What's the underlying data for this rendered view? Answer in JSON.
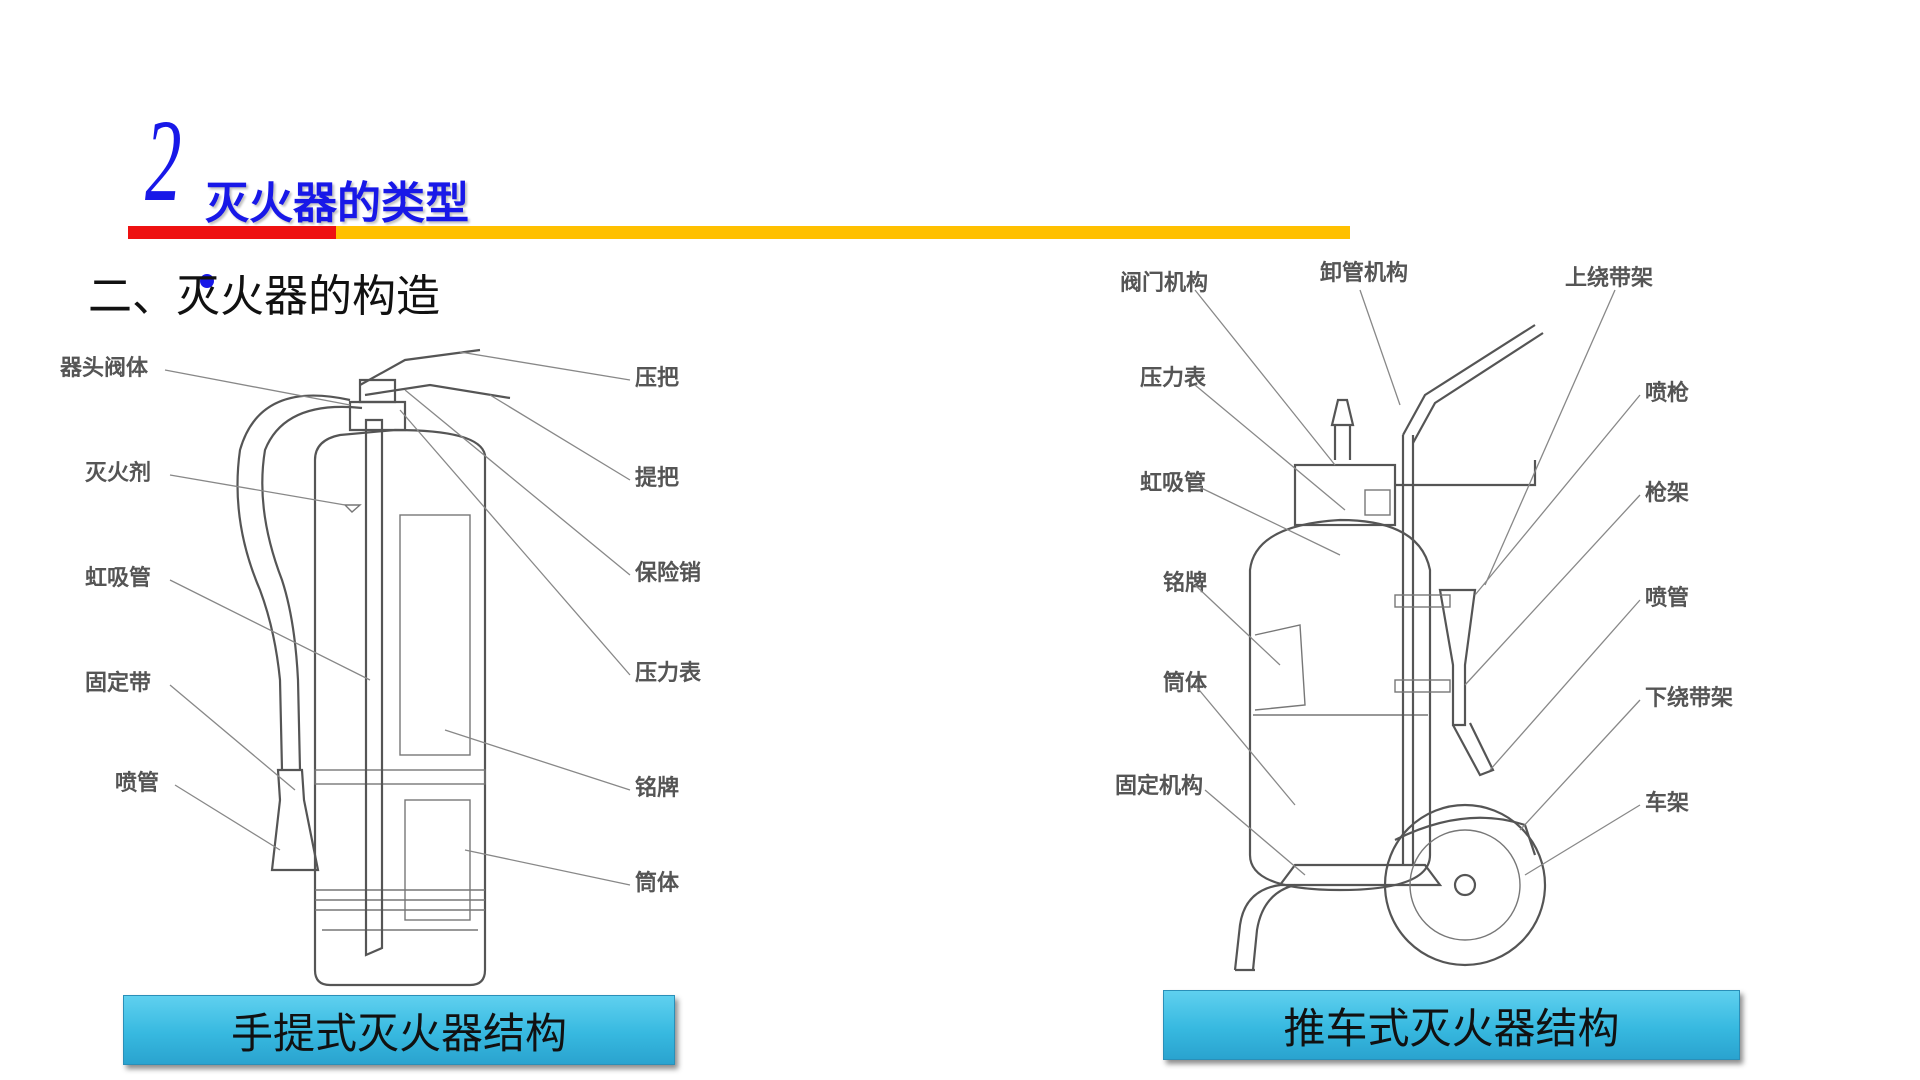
{
  "slide": {
    "title_number": "2",
    "title_text": "灭火器的类型",
    "section_heading": "二、灭火器的构造"
  },
  "portable": {
    "caption": "手提式灭火器结构",
    "labels_left": [
      "器头阀体",
      "灭火剂",
      "虹吸管",
      "固定带",
      "喷管"
    ],
    "labels_right": [
      "压把",
      "提把",
      "保险销",
      "压力表",
      "铭牌",
      "筒体"
    ]
  },
  "wheeled": {
    "caption": "推车式灭火器结构",
    "labels_top": [
      "阀门机构",
      "卸管机构",
      "上绕带架"
    ],
    "labels_left": [
      "压力表",
      "虹吸管",
      "铭牌",
      "筒体",
      "固定机构"
    ],
    "labels_right": [
      "喷枪",
      "枪架",
      "喷管",
      "下绕带架",
      "车架"
    ]
  },
  "colors": {
    "title_blue": "#1818e8",
    "bar_red": "#ee1111",
    "bar_gold": "#ffc000",
    "caption_cyan": "#37b9e0"
  }
}
